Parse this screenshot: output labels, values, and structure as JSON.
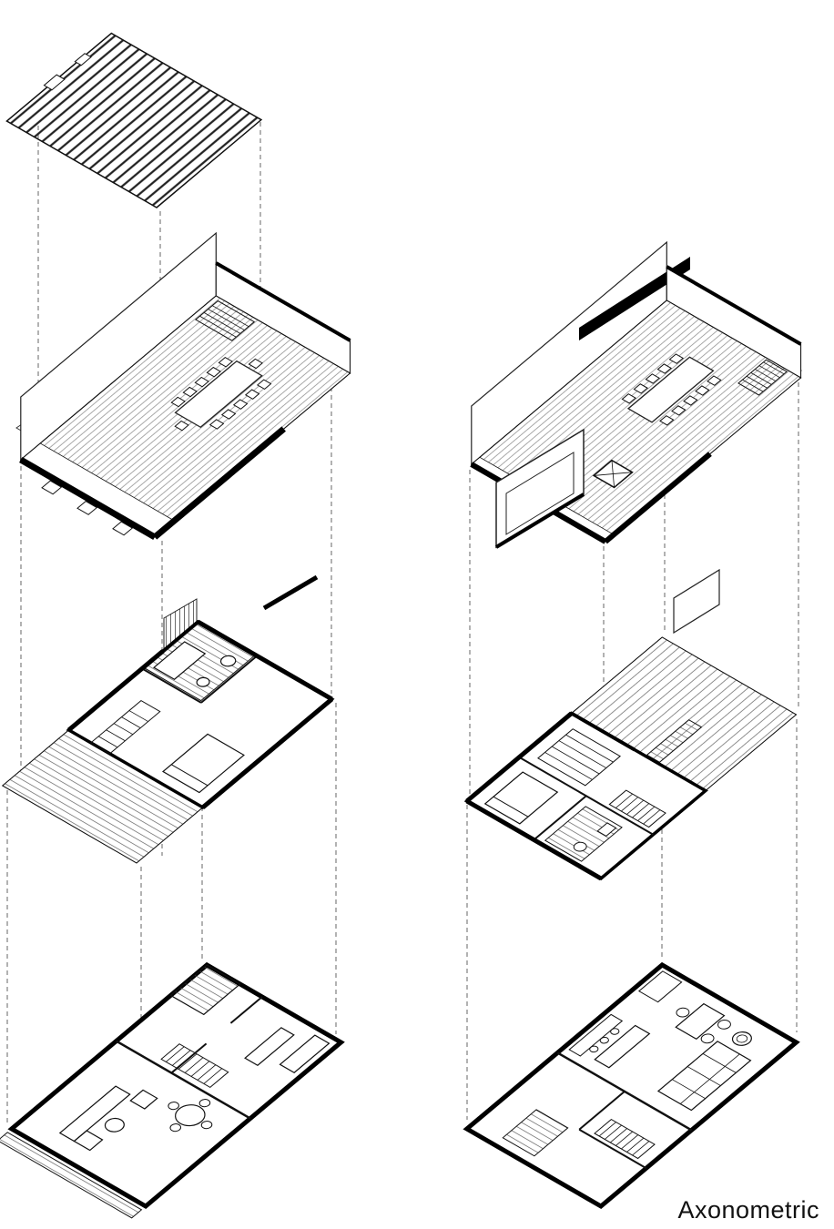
{
  "page": {
    "background_color": "#ffffff"
  },
  "drawing": {
    "caption": "Axonometric",
    "ink_color": "#111111",
    "dash_color": "#666666",
    "buildings": [
      {
        "id": "left-building",
        "levels": [
          "roof",
          "roof-terrace",
          "upper-floor",
          "ground-floor"
        ]
      },
      {
        "id": "right-building",
        "levels": [
          "roof-terrace",
          "upper-floor",
          "ground-floor"
        ]
      }
    ]
  }
}
